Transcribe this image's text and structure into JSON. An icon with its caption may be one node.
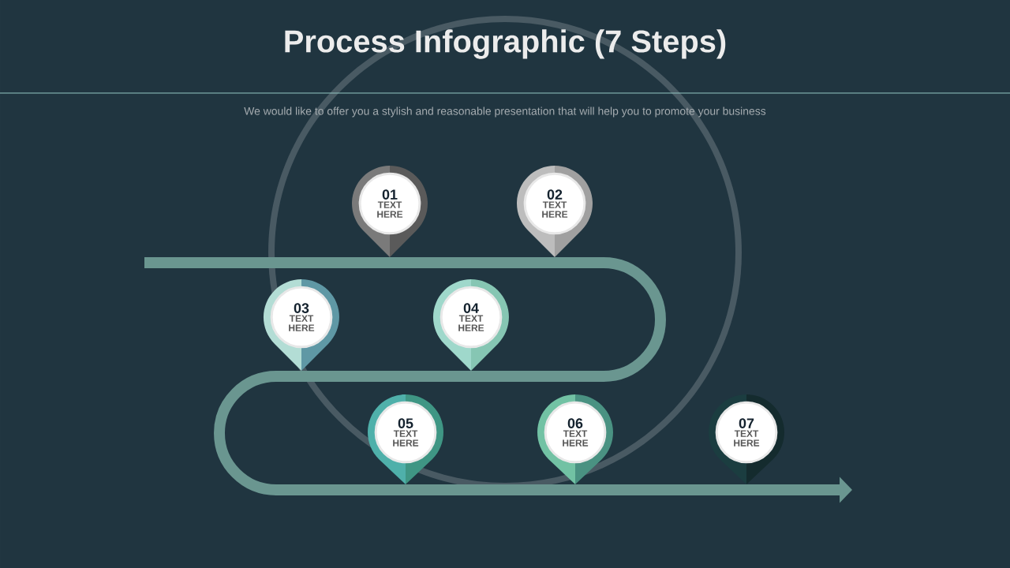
{
  "diagram": {
    "title": "Process Infographic (7 Steps)",
    "nodes": [
      {
        "text": [
          "01",
          "TEXT HERE"
        ]
      },
      {
        "text": [
          "02",
          "TEXT HERE"
        ]
      },
      {
        "text": [
          "03",
          "TEXT HERE"
        ]
      },
      {
        "text": [
          "04",
          "TEXT HERE"
        ]
      },
      {
        "text": [
          "05",
          "TEXT HERE"
        ]
      },
      {
        "text": [
          "06",
          "TEXT HERE"
        ]
      },
      {
        "text": [
          "07",
          "TEXT HERE"
        ]
      }
    ],
    "labels": [
      "We would like to offer you a stylish and reasonable presentation that will help you to promote your business"
    ]
  }
}
